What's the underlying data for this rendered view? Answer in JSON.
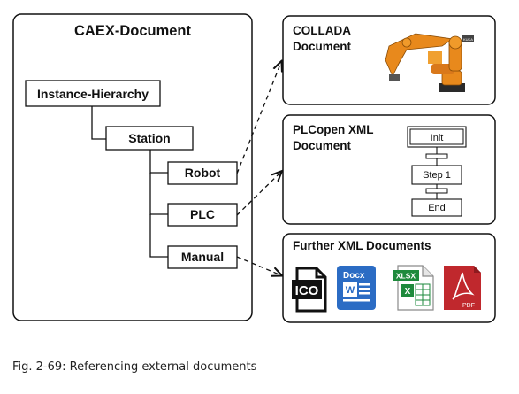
{
  "caex": {
    "title": "CAEX-Document",
    "nodes": {
      "instance_hierarchy": "Instance-Hierarchy",
      "station": "Station",
      "robot": "Robot",
      "plc": "PLC",
      "manual": "Manual"
    }
  },
  "collada": {
    "title_line1": "COLLADA",
    "title_line2": "Document",
    "image": "industrial-robot-arm-illustration"
  },
  "plcopen": {
    "title_line1": "PLCopen XML",
    "title_line2": "Document",
    "steps": {
      "init": "Init",
      "step1": "Step 1",
      "end": "End"
    }
  },
  "further": {
    "title": "Further XML Documents",
    "icons": [
      {
        "name": "ico-file-icon",
        "label": "ICO"
      },
      {
        "name": "docx-file-icon",
        "label": "Docx",
        "color": "#2b6cc4"
      },
      {
        "name": "xlsx-file-icon",
        "label": "XLSX",
        "color": "#1e8a3c"
      },
      {
        "name": "pdf-file-icon",
        "label": "PDF",
        "color": "#c0282d"
      }
    ]
  },
  "caption": "Fig. 2-69: Referencing external documents",
  "colors": {
    "robot_orange": "#e8891c",
    "border": "#111111"
  }
}
